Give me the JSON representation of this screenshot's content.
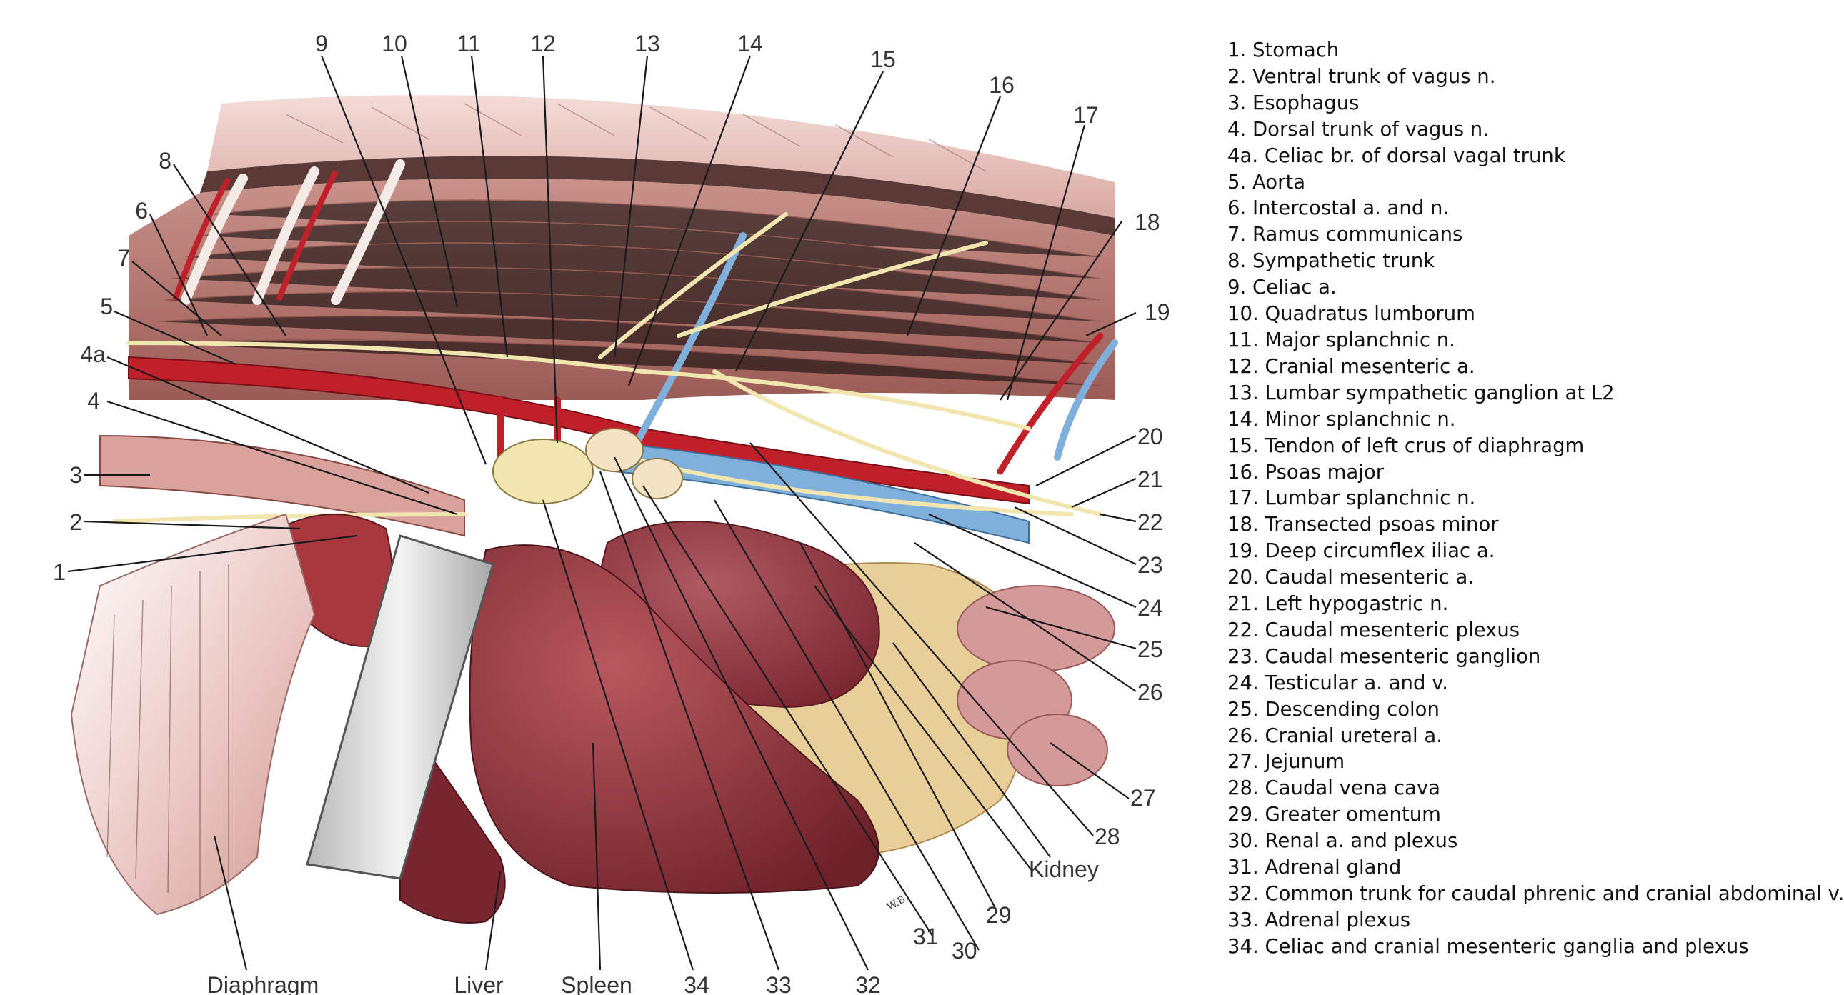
{
  "diagram": {
    "callouts": [
      "1",
      "2",
      "3",
      "4",
      "4a",
      "5",
      "6",
      "7",
      "8",
      "9",
      "10",
      "11",
      "12",
      "13",
      "14",
      "15",
      "16",
      "17",
      "18",
      "19",
      "20",
      "21",
      "22",
      "23",
      "24",
      "25",
      "26",
      "27",
      "28",
      "29",
      "30",
      "31",
      "32",
      "33",
      "34"
    ],
    "organ_labels": {
      "diaphragm": "Diaphragm",
      "liver": "Liver",
      "spleen": "Spleen",
      "kidney": "Kidney"
    },
    "signature": "W.B."
  },
  "legend": [
    "1. Stomach",
    "2. Ventral trunk of vagus n.",
    "3. Esophagus",
    "4. Dorsal trunk of vagus n.",
    "4a. Celiac br. of dorsal vagal trunk",
    "5. Aorta",
    "6. Intercostal a. and n.",
    "7. Ramus communicans",
    "8. Sympathetic trunk",
    "9. Celiac a.",
    "10. Quadratus lumborum",
    "11. Major splanchnic n.",
    "12. Cranial mesenteric a.",
    "13. Lumbar sympathetic ganglion at L2",
    "14. Minor splanchnic n.",
    "15. Tendon of left crus of diaphragm",
    "16. Psoas major",
    "17. Lumbar splanchnic n.",
    "18. Transected psoas minor",
    "19. Deep circumflex iliac a.",
    "20. Caudal mesenteric a.",
    "21. Left hypogastric n.",
    "22. Caudal mesenteric plexus",
    "23. Caudal mesenteric ganglion",
    "24. Testicular a. and v.",
    "25. Descending colon",
    "26. Cranial ureteral a.",
    "27. Jejunum",
    "28. Caudal vena cava",
    "29. Greater omentum",
    "30. Renal a. and plexus",
    "31. Adrenal gland",
    "32. Common trunk for caudal phrenic and cranial abdominal v.",
    "33. Adrenal plexus",
    "34. Celiac and cranial mesenteric ganglia and plexus"
  ],
  "colors": {
    "artery": "#c0202a",
    "vein": "#7fb0dc",
    "nerve": "#f2e6b0",
    "muscle": "#b87a72",
    "organ": "#8a3038",
    "fat": "#e8cf9a",
    "skin": "#f0d3cf"
  }
}
